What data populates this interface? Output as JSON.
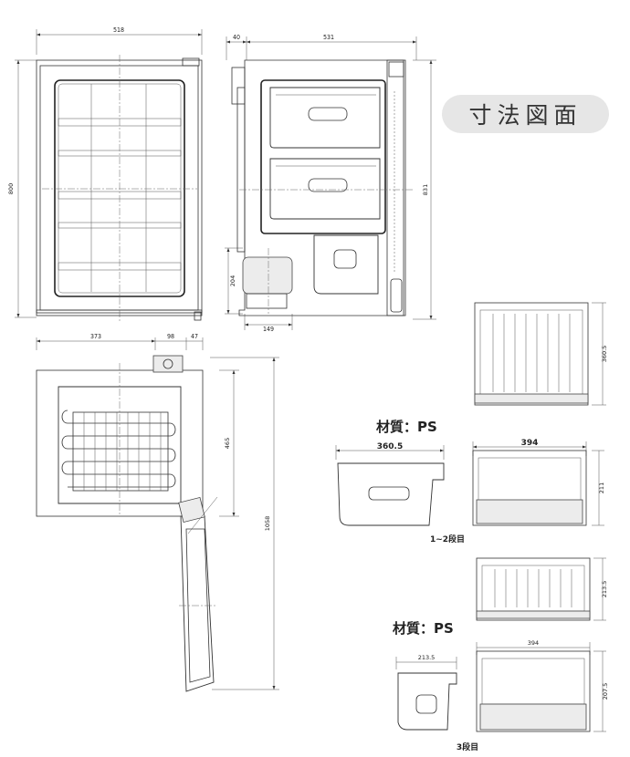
{
  "title": "寸法図面",
  "front_view": {
    "width_dim": "518",
    "height_dim": "800"
  },
  "side_view": {
    "depth_top_left": "40",
    "depth_dim": "531",
    "height_dim": "831",
    "compressor_height": "204",
    "compressor_width": "149"
  },
  "top_view": {
    "width_dim": "373",
    "dim_98": "98",
    "dim_47": "47",
    "depth_dim": "465",
    "total_dim": "1058"
  },
  "drawer_upper": {
    "material": "材質：PS",
    "side_width": "360.5",
    "front_width": "394",
    "height": "211",
    "depth": "360.5",
    "caption": "1~2段目"
  },
  "drawer_lower": {
    "material": "材質：PS",
    "side_width": "213.5",
    "front_width": "394",
    "height": "207.5",
    "depth": "213.5",
    "caption": "3段目"
  }
}
